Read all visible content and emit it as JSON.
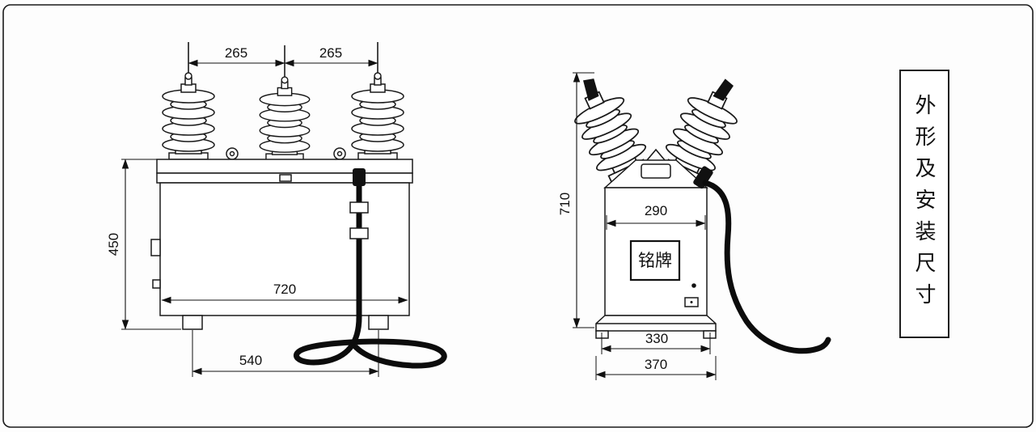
{
  "drawing": {
    "title": "外形及安装尺寸",
    "front_view": {
      "dim_pitch_left": "265",
      "dim_pitch_right": "265",
      "dim_height": "450",
      "dim_body_width": "720",
      "dim_foot_span": "540"
    },
    "side_view": {
      "dim_total_height": "710",
      "dim_body_depth": "290",
      "nameplate_label": "铭牌",
      "dim_foot_span_inner": "330",
      "dim_base_width": "370"
    }
  }
}
